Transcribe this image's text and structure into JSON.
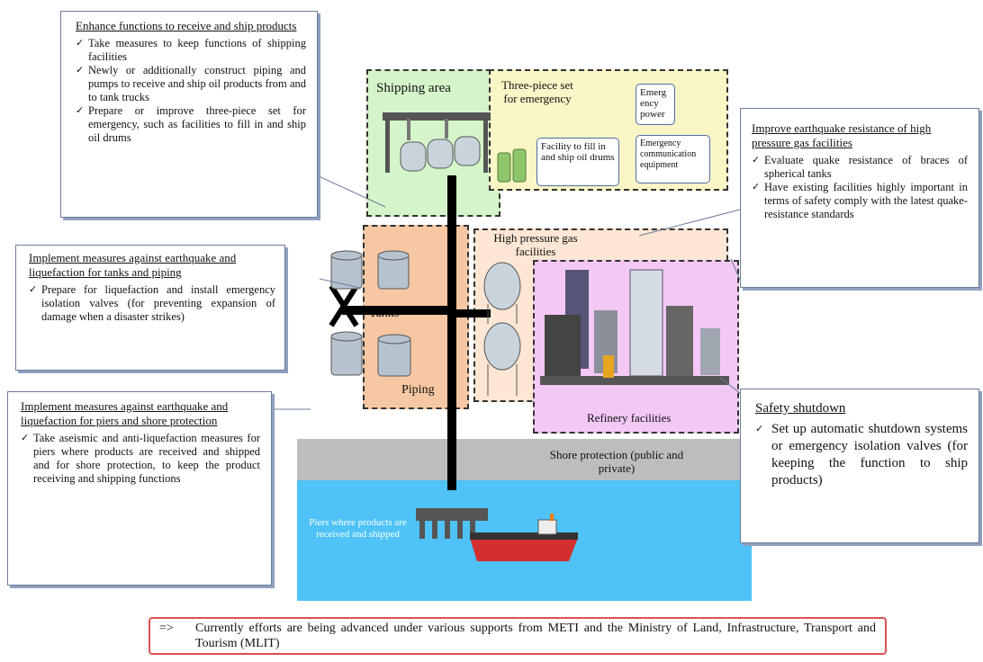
{
  "callouts": {
    "receive_ship": {
      "title": "Enhance functions to receive and ship products",
      "items": [
        "Take measures to keep functions of shipping facilities",
        "Newly or additionally construct piping and pumps to receive and ship oil products from and to tank trucks",
        "Prepare or improve three-piece set for emergency, such as facilities to fill in and ship oil drums"
      ]
    },
    "tanks_piping": {
      "title": "Implement measures against earthquake and liquefaction for tanks and piping",
      "items": [
        "Prepare for liquefaction and install emergency isolation valves (for preventing expansion of damage when a disaster strikes)"
      ]
    },
    "piers_shore": {
      "title": "Implement measures against earthquake and liquefaction for piers and shore protection",
      "items": [
        "Take aseismic and anti-liquefaction measures for piers where products are received and shipped and for shore protection, to keep the product receiving and shipping functions"
      ]
    },
    "high_pressure": {
      "title": "Improve earthquake resistance of high pressure gas facilities",
      "items": [
        "Evaluate quake resistance of braces of spherical tanks",
        "Have existing facilities highly important in terms of safety comply with the latest quake-resistance standards"
      ]
    },
    "shutdown": {
      "title": "Safety shutdown",
      "items": [
        "Set up automatic shutdown systems or emergency isolation valves (for keeping the function to ship products)"
      ]
    }
  },
  "diagram": {
    "shipping_area": "Shipping area",
    "three_piece": "Three-piece set for emergency",
    "emergency_power": "Emerg ency power",
    "emergency_comm": "Emergency communication equipment",
    "oil_drums": "Facility to fill in and ship oil drums",
    "tanks": "Tanks",
    "piping": "Piping",
    "high_pressure": "High pressure gas facilities",
    "refinery": "Refinery facilities",
    "shore": "Shore protection (public and private)",
    "piers": "Piers where products are received and shipped"
  },
  "footer": {
    "arrow": "=>",
    "text": "Currently efforts are being advanced under various supports from METI and the Ministry of Land, Infrastructure, Transport and Tourism (MLIT)"
  },
  "colors": {
    "sea": "#4fc3f7",
    "shore": "#bdbdbd",
    "shipping": "#d4f5c9",
    "three_piece": "#fbf6c6",
    "tanks": "#f7c7a3",
    "high_pressure": "#fde6d3",
    "refinery": "#f3c8f5",
    "callout_border": "#6b7c99",
    "footer_border": "#e05050"
  }
}
